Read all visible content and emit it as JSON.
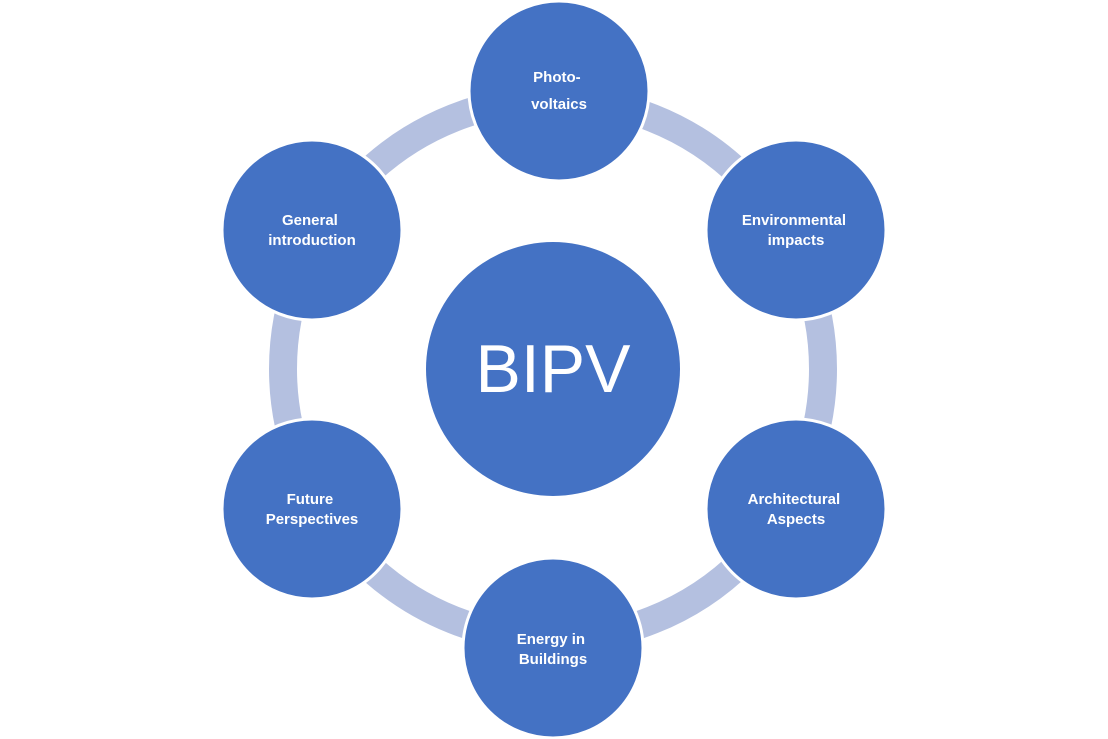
{
  "colors": {
    "node_fill": "#4472c4",
    "node_stroke": "#ffffff",
    "ring": "#b4c0e0",
    "background": "#ffffff"
  },
  "center": {
    "label": "BIPV"
  },
  "nodes": [
    {
      "lines": [
        "Photo-",
        "voltaics"
      ]
    },
    {
      "lines": [
        "Environmental",
        "impacts"
      ]
    },
    {
      "lines": [
        "Architectural",
        "Aspects"
      ]
    },
    {
      "lines": [
        "Energy in",
        "Buildings"
      ]
    },
    {
      "lines": [
        "Future",
        "Perspectives"
      ]
    },
    {
      "lines": [
        "General",
        "introduction"
      ]
    }
  ]
}
